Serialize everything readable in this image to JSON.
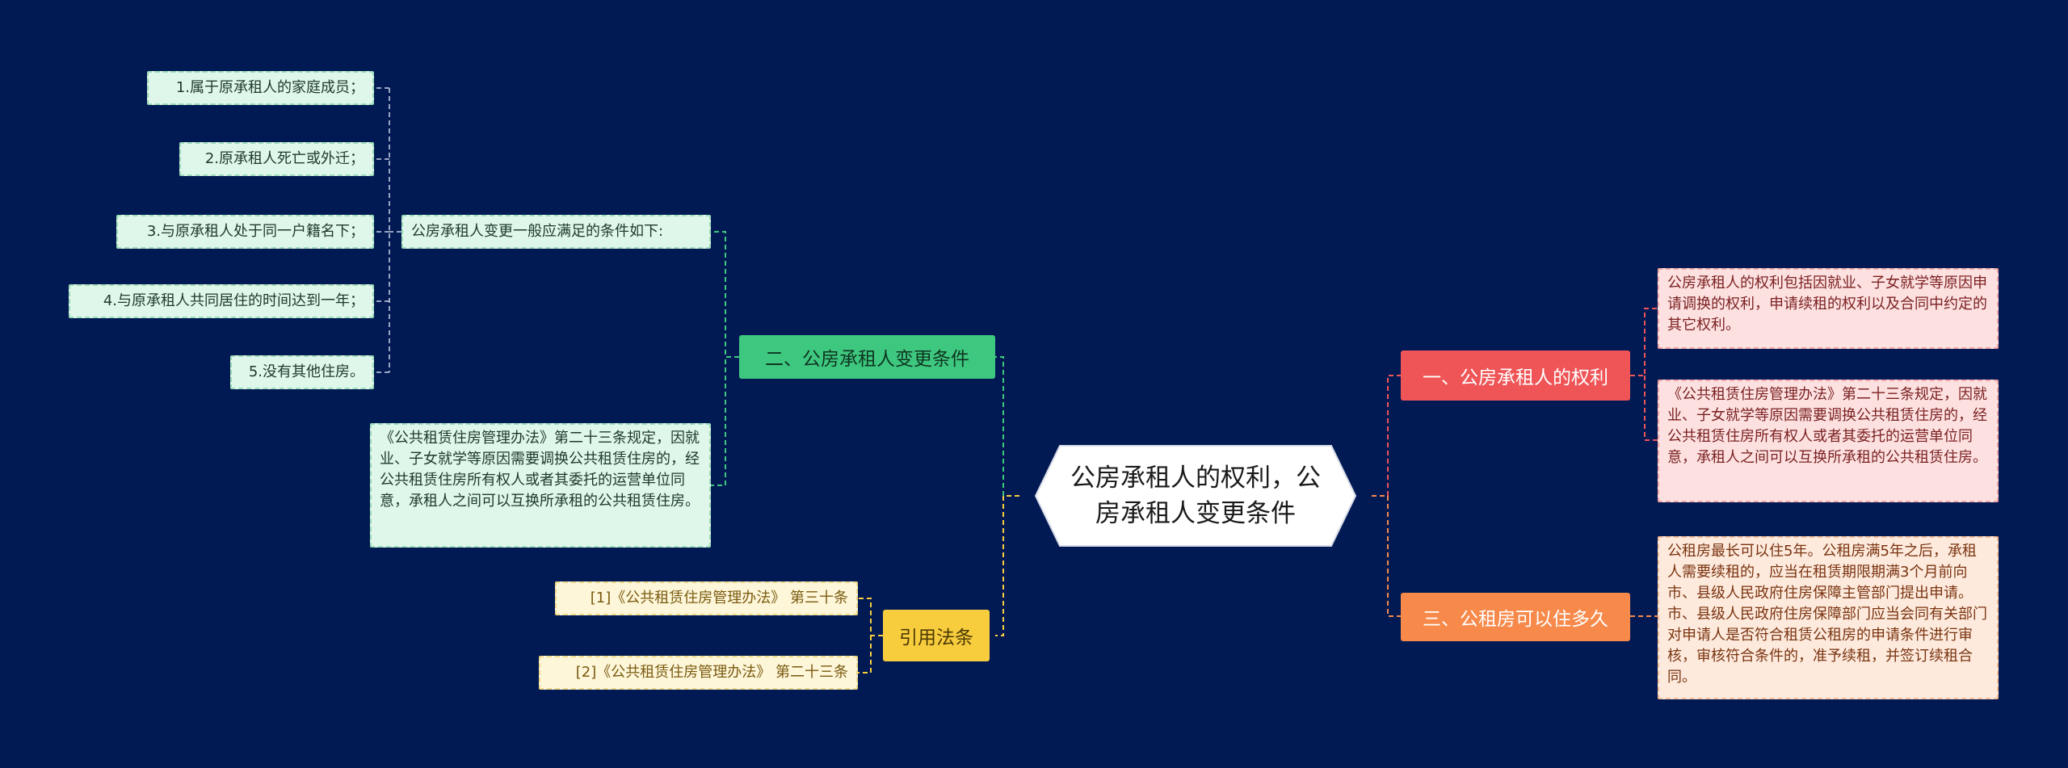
{
  "center": {
    "title": "公房承租人的权利，公房承租人变更条件"
  },
  "branches": {
    "change_conditions": {
      "label": "二、公房承租人变更条件",
      "general_label": "公房承租人变更一般应满足的条件如下:",
      "conditions": [
        "1.属于原承租人的家庭成员；",
        "2.原承租人死亡或外迁；",
        "3.与原承租人处于同一户籍名下；",
        "4.与原承租人共同居住的时间达到一年；",
        "5.没有其他住房。"
      ],
      "regulation": "《公共租赁住房管理办法》第二十三条规定，因就业、子女就学等原因需要调换公共租赁住房的，经公共租赁住房所有权人或者其委托的运营单位同意，承租人之间可以互换所承租的公共租赁住房。"
    },
    "citations": {
      "label": "引用法条",
      "items": [
        "[1]《公共租赁住房管理办法》 第三十条",
        "[2]《公共租赁住房管理办法》 第二十三条"
      ]
    },
    "rights": {
      "label": "一、公房承租人的权利",
      "items": [
        "公房承租人的权利包括因就业、子女就学等原因申请调换的权利，申请续租的权利以及合同中约定的其它权利。",
        "《公共租赁住房管理办法》第二十三条规定，因就业、子女就学等原因需要调换公共租赁住房的，经公共租赁住房所有权人或者其委托的运营单位同意，承租人之间可以互换所承租的公共租赁住房。"
      ]
    },
    "duration": {
      "label": "三、公租房可以住多久",
      "text": "公租房最长可以住5年。公租房满5年之后，承租人需要续租的，应当在租赁期限期满3个月前向市、县级人民政府住房保障主管部门提出申请。市、县级人民政府住房保障部门应当会同有关部门对申请人是否符合租赁公租房的申请条件进行审核，审核符合条件的，准予续租，并签订续租合同。"
    }
  },
  "colors": {
    "background": "#021a54",
    "green": "#3ec77f",
    "red": "#ef5557",
    "orange": "#f7894a",
    "yellow": "#f7cc3d",
    "connector_light": "#c9d1e6"
  }
}
